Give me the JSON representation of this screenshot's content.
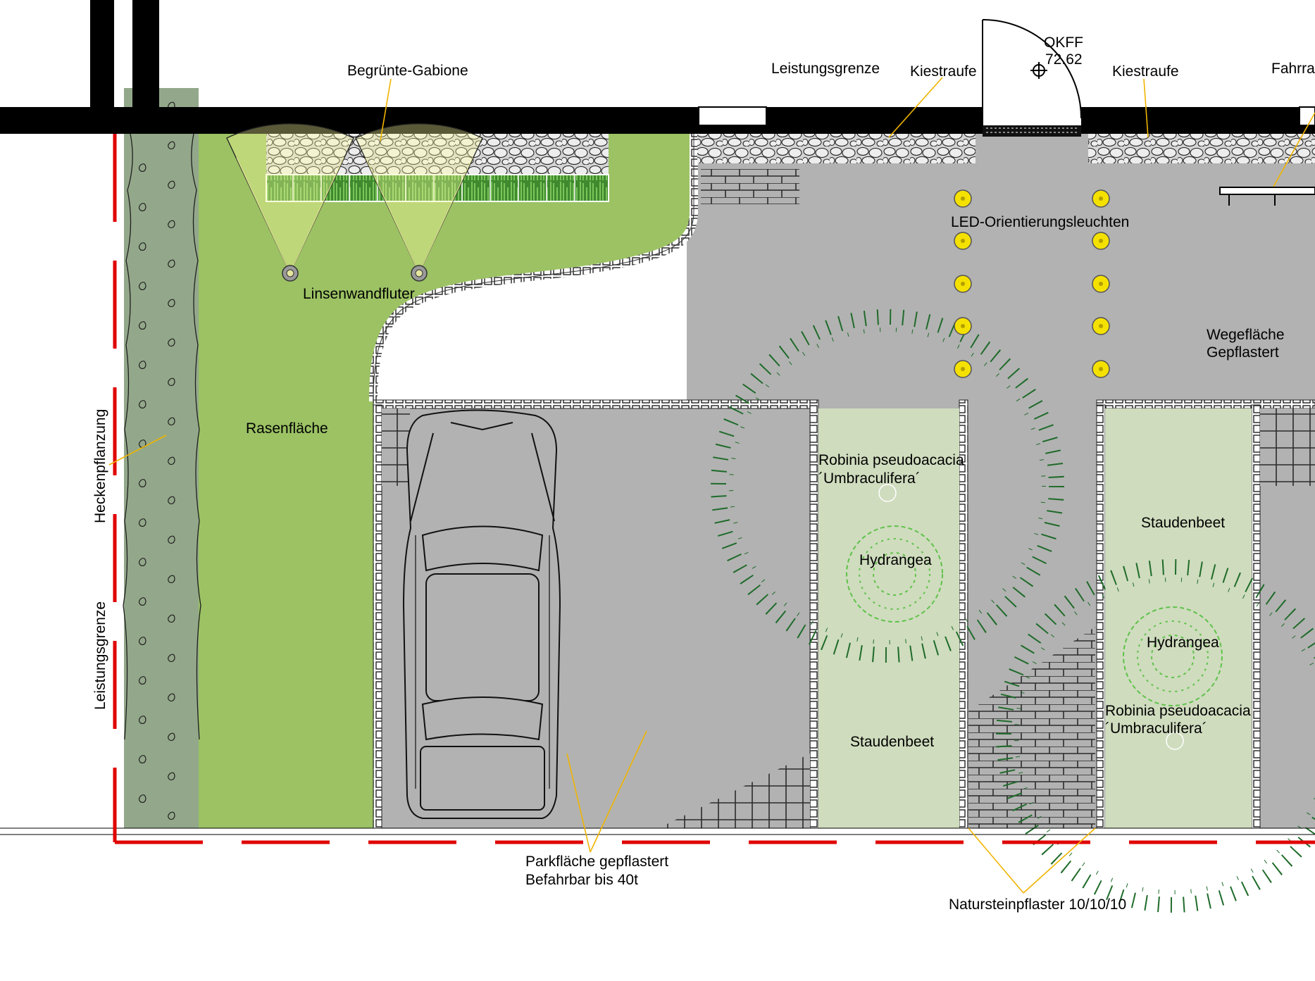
{
  "labels": {
    "gabion": "Begrünte-Gabione",
    "boundary_top": "Leistungsgrenze",
    "gravel_left": "Kiestraufe",
    "okff_title": "OKFF",
    "okff_value": "72.62",
    "gravel_right": "Kiestraufe",
    "bike_cut": "Fahrrad",
    "led": "LED-Orientierungsleuchten",
    "wall_light": "Linsenwandfluter",
    "lawn": "Rasenfläche",
    "hedge": "Heckenpflanzung",
    "boundary_left": "Leistungsgrenze",
    "path_1": "Wegefläche",
    "path_2": "Gepflastert",
    "tree_left_1": "Robinia pseudoacacia",
    "tree_left_2": "´Umbraculifera´",
    "hydrangea_left": "Hydrangea",
    "bed_left": "Staudenbeet",
    "bed_right": "Staudenbeet",
    "hydrangea_right": "Hydrangea",
    "tree_right_1": "Robinia pseudoacacia",
    "tree_right_2": "´Umbraculifera´",
    "parking_1": "Parkfläche gepflastert",
    "parking_2": "Befahrbar bis 40t",
    "stone": "Natursteinpflaster 10/10/10"
  },
  "colors": {
    "wall": "#000000",
    "paving": "#b2b2b2",
    "lawn": "#9cc264",
    "hedge": "#93a88a",
    "bed": "#cfdcbe",
    "boundary": "#e00000",
    "leader": "#f0b400",
    "lamp": "#f5e100",
    "tree_stroke": "#1f6b2a",
    "shrub_stroke": "#5fc24a"
  },
  "icons": [
    "car-icon",
    "led-light-icon",
    "wall-floodlight-icon",
    "door-swing-icon",
    "tree-canopy-icon",
    "shrub-icon"
  ]
}
